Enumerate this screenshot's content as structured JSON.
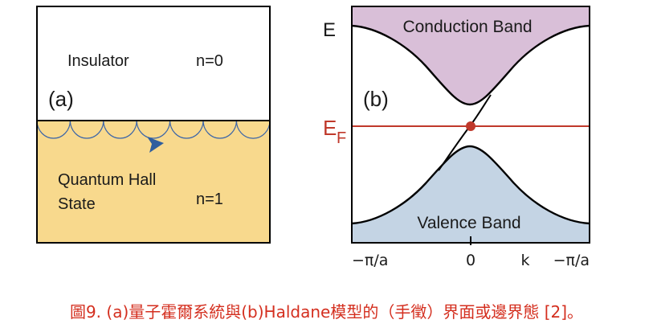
{
  "panel_a": {
    "label": "(a)",
    "insulator_label": "Insulator",
    "insulator_n": "n=0",
    "qhs_label_line1": "Quantum Hall",
    "qhs_label_line2": "State",
    "qhs_n": "n=1",
    "colors": {
      "insulator_fill": "#ffffff",
      "qhs_fill": "#f8d98d",
      "edge_orbit": "#3a64a8",
      "arrow": "#2f5e9e",
      "border": "#000000"
    }
  },
  "panel_b": {
    "label": "(b)",
    "conduction_band_label": "Conduction Band",
    "valence_band_label": "Valence Band",
    "energy_axis_label": "E",
    "fermi_label_main": "E",
    "fermi_label_sub": "F",
    "k_labels": {
      "left": "−π/a",
      "center": "0",
      "k": "k",
      "right": "−π/a"
    },
    "colors": {
      "conduction_fill": "#d9bfd8",
      "valence_fill": "#c4d4e4",
      "fermi_line": "#c0392b",
      "band_curve": "#000000",
      "border": "#000000"
    }
  },
  "caption": "圖9. (a)量子霍爾系統與(b)Haldane模型的（手徵）界面或邊界態 [2]。"
}
